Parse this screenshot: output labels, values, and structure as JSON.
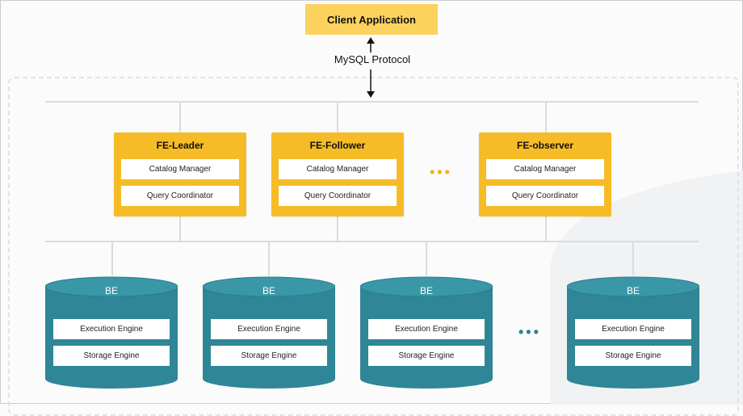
{
  "client": {
    "label": "Client Application"
  },
  "protocol": {
    "label": "MySQL Protocol"
  },
  "frontends": [
    {
      "title": "FE-Leader",
      "rows": [
        "Catalog Manager",
        "Query Coordinator"
      ]
    },
    {
      "title": "FE-Follower",
      "rows": [
        "Catalog Manager",
        "Query Coordinator"
      ]
    },
    {
      "title": "FE-observer",
      "rows": [
        "Catalog Manager",
        "Query Coordinator"
      ]
    }
  ],
  "backends": [
    {
      "title": "BE",
      "rows": [
        "Execution Engine",
        "Storage Engine"
      ]
    },
    {
      "title": "BE",
      "rows": [
        "Execution Engine",
        "Storage Engine"
      ]
    },
    {
      "title": "BE",
      "rows": [
        "Execution Engine",
        "Storage Engine"
      ]
    },
    {
      "title": "BE",
      "rows": [
        "Execution Engine",
        "Storage Engine"
      ]
    }
  ],
  "ellipsis": {
    "fe": "•••",
    "be": "•••"
  },
  "colors": {
    "client_fill": "#fcd25f",
    "fe_fill": "#f6bc27",
    "be_fill": "#2f8696",
    "be_edge": "#2a7d8c",
    "fe_dots": "#f0b41e",
    "be_dots": "#2c8395"
  }
}
